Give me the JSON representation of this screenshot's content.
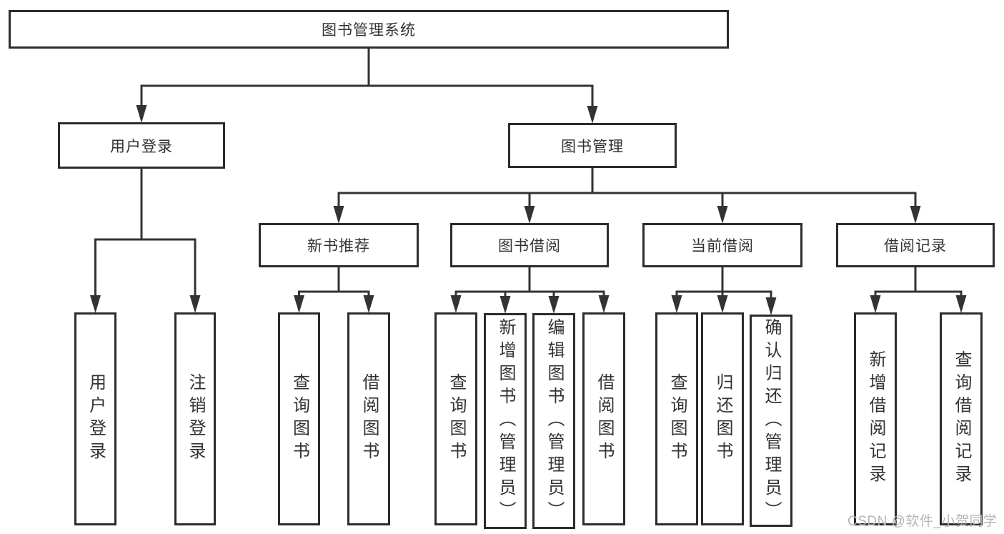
{
  "diagram": {
    "title": "图书管理系统",
    "nodes": [
      {
        "id": "root",
        "label": "图书管理系统",
        "parent": null,
        "orientation": "horizontal"
      },
      {
        "id": "login",
        "label": "用户登录",
        "parent": "root",
        "orientation": "horizontal"
      },
      {
        "id": "book-mgmt",
        "label": "图书管理",
        "parent": "root",
        "orientation": "horizontal"
      },
      {
        "id": "new-book-rec",
        "label": "新书推荐",
        "parent": "book-mgmt",
        "orientation": "horizontal"
      },
      {
        "id": "book-borrow",
        "label": "图书借阅",
        "parent": "book-mgmt",
        "orientation": "horizontal"
      },
      {
        "id": "current-borrow",
        "label": "当前借阅",
        "parent": "book-mgmt",
        "orientation": "horizontal"
      },
      {
        "id": "borrow-records",
        "label": "借阅记录",
        "parent": "book-mgmt",
        "orientation": "horizontal"
      },
      {
        "id": "user-login",
        "label": "用户登录",
        "parent": "login",
        "orientation": "vertical"
      },
      {
        "id": "logout",
        "label": "注销登录",
        "parent": "login",
        "orientation": "vertical"
      },
      {
        "id": "query-book-1",
        "label": "查询图书",
        "parent": "new-book-rec",
        "orientation": "vertical"
      },
      {
        "id": "borrow-book-1",
        "label": "借阅图书",
        "parent": "new-book-rec",
        "orientation": "vertical"
      },
      {
        "id": "query-book-2",
        "label": "查询图书",
        "parent": "book-borrow",
        "orientation": "vertical"
      },
      {
        "id": "add-book",
        "label": "新增图书（管理员）",
        "parent": "book-borrow",
        "orientation": "vertical"
      },
      {
        "id": "edit-book",
        "label": "编辑图书（管理员）",
        "parent": "book-borrow",
        "orientation": "vertical"
      },
      {
        "id": "borrow-book-2",
        "label": "借阅图书",
        "parent": "book-borrow",
        "orientation": "vertical"
      },
      {
        "id": "query-book-3",
        "label": "查询图书",
        "parent": "current-borrow",
        "orientation": "vertical"
      },
      {
        "id": "return-book",
        "label": "归还图书",
        "parent": "current-borrow",
        "orientation": "vertical"
      },
      {
        "id": "confirm-return",
        "label": "确认归还（管理员）",
        "parent": "current-borrow",
        "orientation": "vertical"
      },
      {
        "id": "add-borrow-record",
        "label": "新增借阅记录",
        "parent": "borrow-records",
        "orientation": "vertical"
      },
      {
        "id": "query-borrow-record",
        "label": "查询借阅记录",
        "parent": "borrow-records",
        "orientation": "vertical"
      }
    ]
  },
  "watermark": {
    "text": "CSDN @软件_小贺同学"
  },
  "colors": {
    "line": "#333333",
    "box_border": "#2c2c2c",
    "text": "#333333",
    "background": "#ffffff",
    "watermark": "#b5b5b5"
  }
}
